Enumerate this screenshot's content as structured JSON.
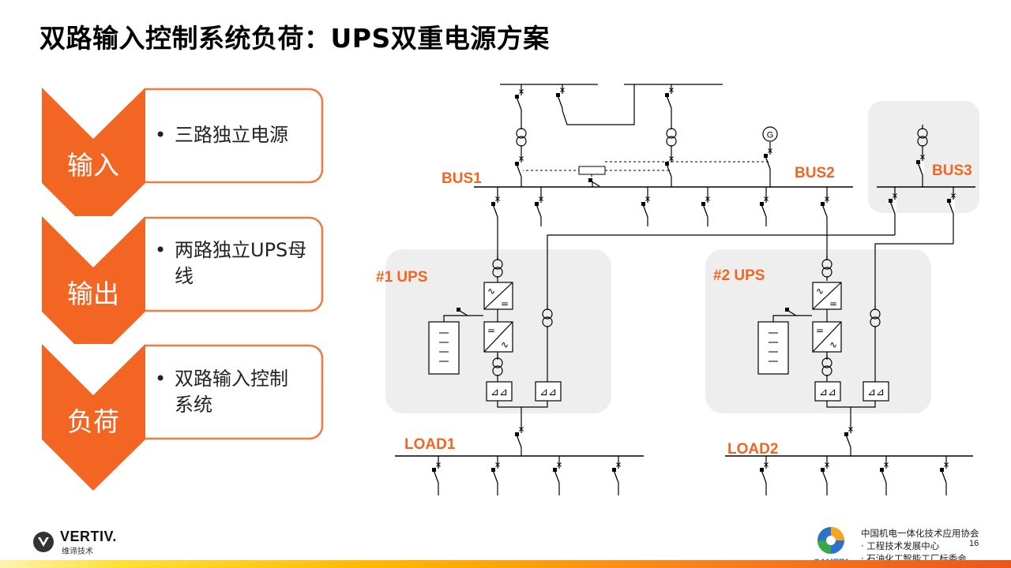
{
  "title": "双路输入控制系统负荷：UPS双重电源方案",
  "colors": {
    "accent": "#f26522",
    "accent_light": "#f47a3d",
    "diagram_line": "#000000",
    "ups_box": "#eeeeee"
  },
  "steps": [
    {
      "label": "输入",
      "bullet": "三路独立电源"
    },
    {
      "label": "输出",
      "bullet": "两路独立UPS母线"
    },
    {
      "label": "负荷",
      "bullet": "双路输入控制系统"
    }
  ],
  "diagram": {
    "bus_labels": [
      "BUS1",
      "BUS2",
      "BUS3"
    ],
    "ups_labels": [
      "#1 UPS",
      "#2 UPS"
    ],
    "load_labels": [
      "LOAD1",
      "LOAD2"
    ],
    "generator_symbol": "G"
  },
  "footer": {
    "brand": "VERTIV.",
    "brand_cn": "维谛技术",
    "org_lines": [
      "中国机电一体化技术应用协会",
      "· 工程技术发展中心",
      "· 石油化工智能工厂标委会"
    ],
    "org_logo_text": "CAMETA",
    "page_number": "16"
  }
}
